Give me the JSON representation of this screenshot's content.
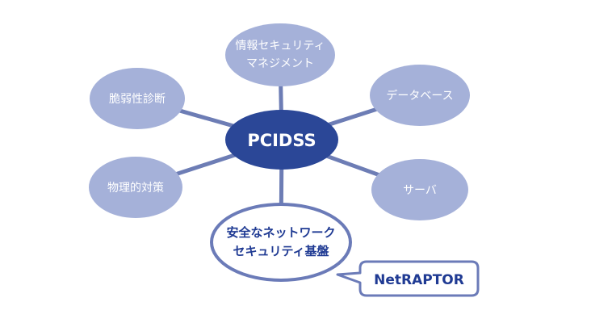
{
  "diagram": {
    "center": {
      "label": "PCIDSS"
    },
    "nodes": [
      {
        "id": "isms",
        "lines": [
          "情報セキュリティ",
          "マネジメント"
        ]
      },
      {
        "id": "vuln",
        "lines": [
          "脆弱性診断"
        ]
      },
      {
        "id": "database",
        "lines": [
          "データベース"
        ]
      },
      {
        "id": "physical",
        "lines": [
          "物理的対策"
        ]
      },
      {
        "id": "server",
        "lines": [
          "サーバ"
        ]
      },
      {
        "id": "network",
        "lines": [
          "安全なネットワーク",
          "セキュリティ基盤"
        ]
      }
    ],
    "callout": {
      "label": "NetRAPTOR"
    }
  },
  "colors": {
    "center_fill": "#2b4797",
    "node_fill": "#a5b1d9",
    "connector": "#6d7db5",
    "highlight_stroke": "#6b7bb8",
    "highlight_text": "#1f3a93",
    "node_text": "#ffffff",
    "callout_text": "#1f3a93"
  }
}
